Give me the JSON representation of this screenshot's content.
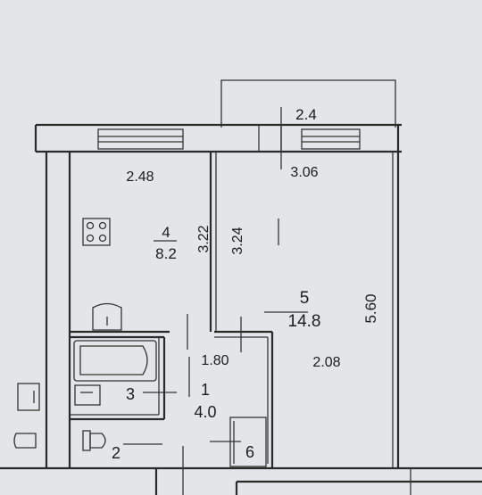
{
  "rooms": [
    {
      "number": "4",
      "area": "8.2"
    },
    {
      "number": "5",
      "area": "14.8"
    },
    {
      "number": "1",
      "area": "4.0"
    },
    {
      "number": "3",
      "area": ""
    },
    {
      "number": "2",
      "area": ""
    },
    {
      "number": "6",
      "area": ""
    }
  ],
  "dimensions": {
    "balcony_width": "2.4",
    "kitchen_width": "2.48",
    "kitchen_depth": "3.22",
    "room_width_top": "3.06",
    "room_depth_upper": "3.24",
    "room_length": "5.60",
    "hall_width": "1.80",
    "room_width_bottom": "2.08"
  },
  "fixtures": {
    "stove": "stove-icon",
    "bathtub": "bathtub-icon",
    "toilet": "toilet-icon",
    "sink": "sink-icon"
  }
}
